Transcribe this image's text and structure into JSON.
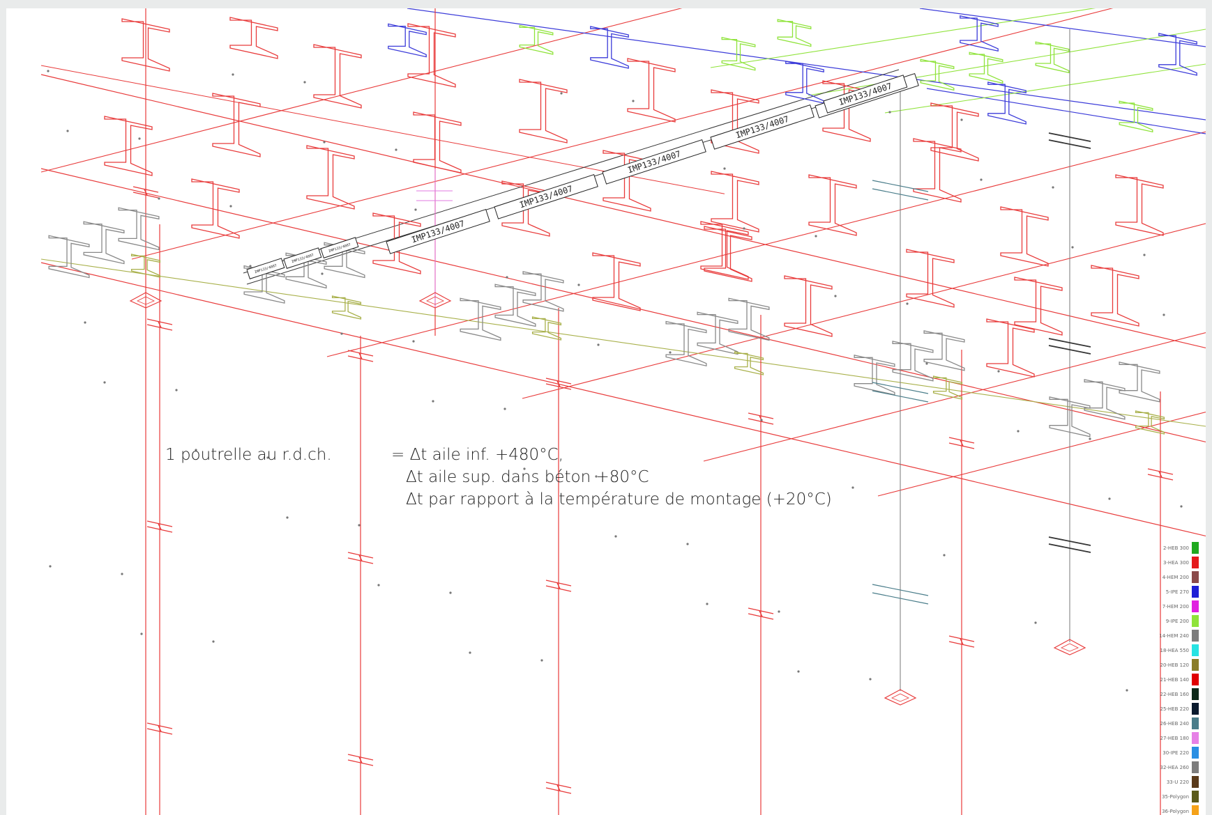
{
  "annotation": {
    "label": "1 poutrelle au r.d.ch.",
    "lines": [
      "= Δt aile inf. +480°C,",
      "Δt aile sup. dans béton +80°C",
      "Δt par rapport à la température de montage (+20°C)"
    ]
  },
  "beam_tags": [
    "IMP133/4007",
    "IMP133/4007",
    "IMP133/4007",
    "IMP133/4007",
    "IMP133/4007",
    "IMP133/4007"
  ],
  "small_tags": [
    "IMP133/4007",
    "IMP133/4007",
    "IMP133/4007"
  ],
  "legend": [
    {
      "label": "2-HEB 300",
      "color": "#1fa91f"
    },
    {
      "label": "3-HEA 300",
      "color": "#e41a1c"
    },
    {
      "label": "4-HEM 200",
      "color": "#8b4a4a"
    },
    {
      "label": "5-IPE 270",
      "color": "#1f1fd6"
    },
    {
      "label": "7-HEM 200",
      "color": "#e020e0"
    },
    {
      "label": "9-IPE 200",
      "color": "#8fe33a"
    },
    {
      "label": "14-HEM 240",
      "color": "#7d7d7d"
    },
    {
      "label": "18-HEA 550",
      "color": "#27e3e3"
    },
    {
      "label": "20-HEB 120",
      "color": "#8a7d2a"
    },
    {
      "label": "21-HEB 140",
      "color": "#e00000"
    },
    {
      "label": "22-HEB 160",
      "color": "#0e2a1a"
    },
    {
      "label": "25-HEB 220",
      "color": "#0a1a2e"
    },
    {
      "label": "26-HEB 240",
      "color": "#4a7d8a"
    },
    {
      "label": "27-HEB 180",
      "color": "#e681e6"
    },
    {
      "label": "30-IPE 220",
      "color": "#2a8fe3"
    },
    {
      "label": "32-HEA 260",
      "color": "#7d7d7d"
    },
    {
      "label": "33-U 220",
      "color": "#5a3a1a"
    },
    {
      "label": "35-Polygon",
      "color": "#5a5a1a"
    },
    {
      "label": "36-Polygon",
      "color": "#f5a21a"
    }
  ]
}
